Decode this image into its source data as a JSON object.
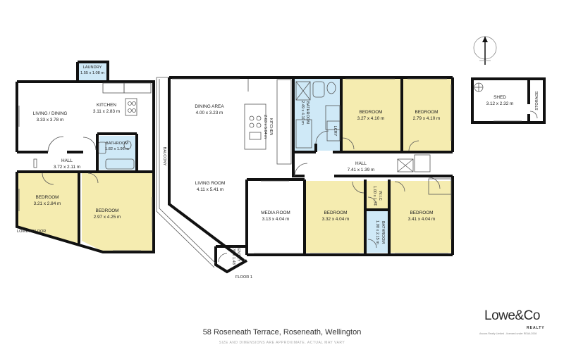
{
  "colors": {
    "wall": "#111111",
    "room_fill_yellow": "#f5ecb0",
    "room_fill_blue": "#cfe9f7",
    "room_fill_white": "#ffffff",
    "brand_text": "#2b2b2b"
  },
  "rooms": {
    "laundry": {
      "name": "LAUNDRY",
      "dims": "1.55 x 1.08 m"
    },
    "living_dining": {
      "name": "LIVING / DINING",
      "dims": "3.33 x 3.78 m"
    },
    "kitchen_lower": {
      "name": "KITCHEN",
      "dims": "3.11 x 2.83 m"
    },
    "bathroom_lower": {
      "name": "BATHROOM",
      "dims": "1.82 x 1.96 m"
    },
    "hall_lower": {
      "name": "HALL",
      "dims": "3.72 x 2.11 m"
    },
    "bedroom_lower_1": {
      "name": "BEDROOM",
      "dims": "3.21 x 2.84 m"
    },
    "bedroom_lower_2": {
      "name": "BEDROOM",
      "dims": "2.97 x 4.25 m"
    },
    "dining_area": {
      "name": "DINING AREA",
      "dims": "4.00 x 3.23 m"
    },
    "kitchen_upper": {
      "name": "KITCHEN",
      "dims": "2.63 x 5.64 m"
    },
    "living_room": {
      "name": "LIVING ROOM",
      "dims": "4.11 x 5.41 m"
    },
    "balcony": {
      "name": "BALCONY"
    },
    "bathroom_upper": {
      "name": "BATHROOM",
      "dims": "2.49 x 4.10 m"
    },
    "lcry": {
      "name": "LCRY"
    },
    "bedroom_upper_1": {
      "name": "BEDROOM",
      "dims": "3.27 x 4.10 m"
    },
    "bedroom_upper_2": {
      "name": "BEDROOM",
      "dims": "2.79 x 4.10 m"
    },
    "hall_upper": {
      "name": "HALL",
      "dims": "7.41 x 1.39 m"
    },
    "media_room": {
      "name": "MEDIA ROOM",
      "dims": "3.13 x 4.04 m"
    },
    "bedroom_upper_3": {
      "name": "BEDROOM",
      "dims": "3.32 x 4.04 m"
    },
    "wic": {
      "name": "W.I.C",
      "dims": "1.00 x 1.74"
    },
    "bathroom_ensuite": {
      "name": "BATHROOM",
      "dims": "1.00 x 2.15 m"
    },
    "bedroom_upper_4": {
      "name": "BEDROOM",
      "dims": "3.41 x 4.04 m"
    },
    "entry": {
      "name": "ENTRY",
      "dims": "1.35 x 1.48"
    },
    "shed": {
      "name": "SHED",
      "dims": "3.12 x 2.32 m"
    },
    "storage": {
      "name": "STORAGE"
    }
  },
  "floors": {
    "lower": "LOWER FLOOR",
    "upper": "FLOOR 1"
  },
  "address": "58 Roseneath Terrace, Roseneath, Wellington",
  "disclaimer": "SIZE AND DIMENSIONS ARE APPROXIMATE. ACTUAL MAY VARY",
  "brand": {
    "name": "Lowe&Co",
    "sub": "REALTY",
    "licence": "Ancora Realty Limited - licensed under REAA 2008"
  },
  "compass_icon": "north-arrow-icon"
}
